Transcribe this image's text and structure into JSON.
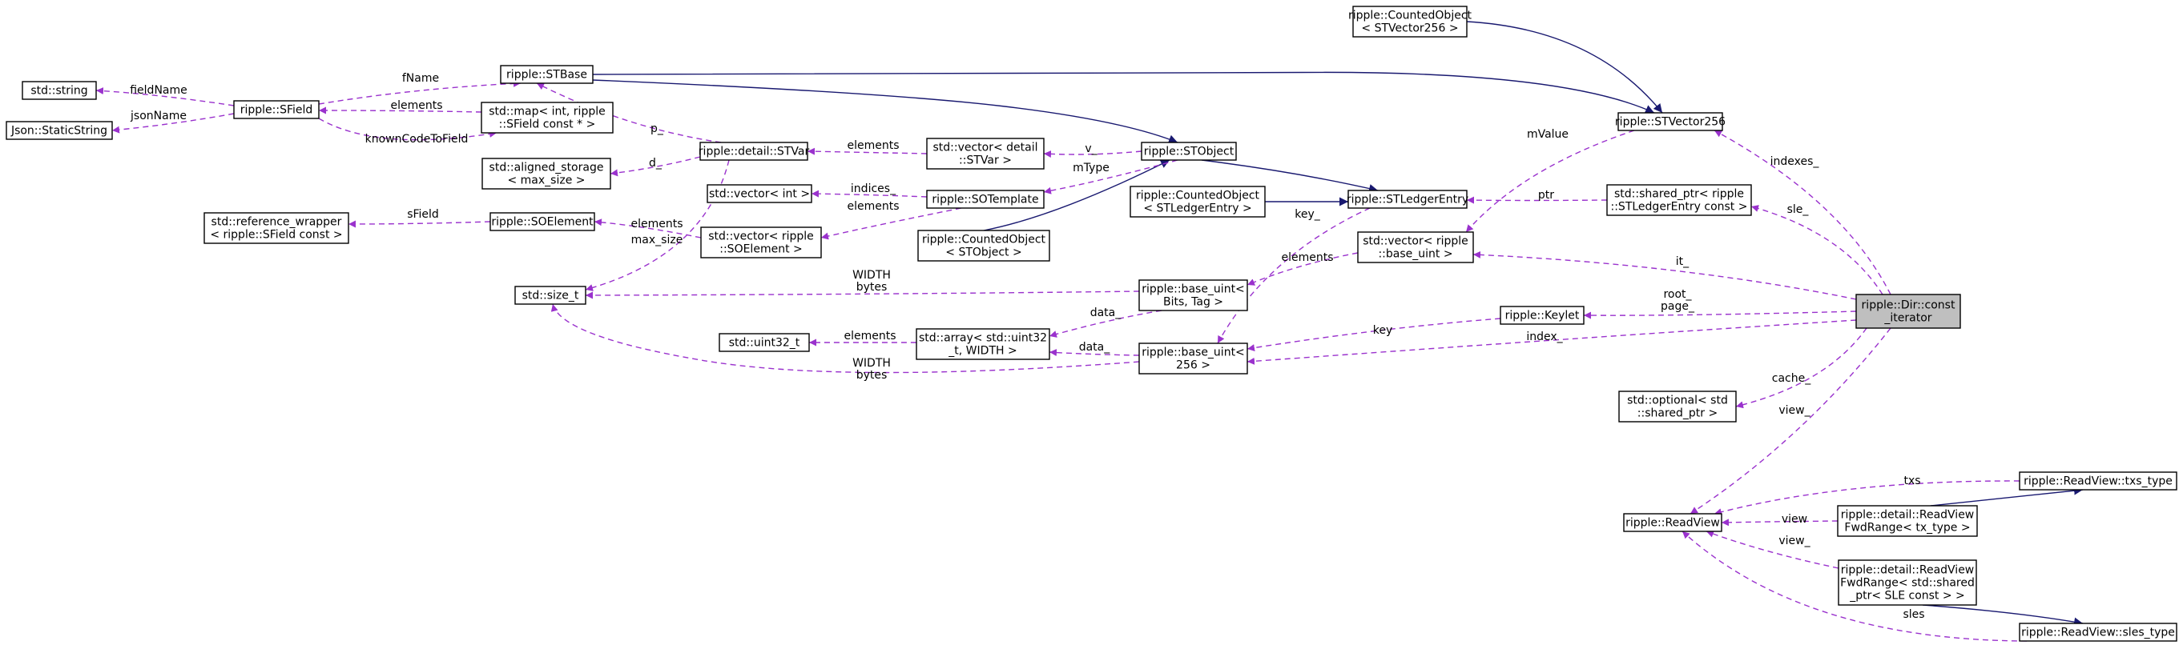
{
  "nodes": [
    {
      "id": "dir_iter",
      "lines": [
        "ripple::Dir::const",
        "_iterator"
      ],
      "focus": true
    },
    {
      "id": "stvector256",
      "lines": [
        "ripple::STVector256"
      ]
    },
    {
      "id": "co_stvector256",
      "lines": [
        "ripple::CountedObject",
        "< STVector256 >"
      ]
    },
    {
      "id": "stbase",
      "lines": [
        "ripple::STBase"
      ]
    },
    {
      "id": "std_string",
      "lines": [
        "std::string"
      ]
    },
    {
      "id": "sfield",
      "lines": [
        "ripple::SField"
      ]
    },
    {
      "id": "json_static",
      "lines": [
        "Json::StaticString"
      ]
    },
    {
      "id": "std_map",
      "lines": [
        "std::map< int, ripple",
        "::SField const * >"
      ]
    },
    {
      "id": "aligned_storage",
      "lines": [
        "std::aligned_storage",
        "< max_size >"
      ]
    },
    {
      "id": "stvar",
      "lines": [
        "ripple::detail::STVar"
      ]
    },
    {
      "id": "vec_stvar",
      "lines": [
        "std::vector< detail",
        "::STVar >"
      ]
    },
    {
      "id": "stobject",
      "lines": [
        "ripple::STObject"
      ]
    },
    {
      "id": "vec_int",
      "lines": [
        "std::vector< int >"
      ]
    },
    {
      "id": "sotemplate",
      "lines": [
        "ripple::SOTemplate"
      ]
    },
    {
      "id": "ref_wrapper",
      "lines": [
        "std::reference_wrapper",
        "< ripple::SField const >"
      ]
    },
    {
      "id": "soelement",
      "lines": [
        "ripple::SOElement"
      ]
    },
    {
      "id": "vec_soelement",
      "lines": [
        "std::vector< ripple",
        "::SOElement >"
      ]
    },
    {
      "id": "co_stobject",
      "lines": [
        "ripple::CountedObject",
        "< STObject >"
      ]
    },
    {
      "id": "co_stledger",
      "lines": [
        "ripple::CountedObject",
        "< STLedgerEntry >"
      ]
    },
    {
      "id": "stledger",
      "lines": [
        "ripple::STLedgerEntry"
      ]
    },
    {
      "id": "shared_ptr_stledger",
      "lines": [
        "std::shared_ptr< ripple",
        "::STLedgerEntry const >"
      ]
    },
    {
      "id": "vec_base_uint",
      "lines": [
        "std::vector< ripple",
        "::base_uint >"
      ]
    },
    {
      "id": "size_t",
      "lines": [
        "std::size_t"
      ]
    },
    {
      "id": "base_uint_bits",
      "lines": [
        "ripple::base_uint<",
        "Bits, Tag >"
      ]
    },
    {
      "id": "keylet",
      "lines": [
        "ripple::Keylet"
      ]
    },
    {
      "id": "uint32",
      "lines": [
        "std::uint32_t"
      ]
    },
    {
      "id": "std_array",
      "lines": [
        "std::array< std::uint32",
        "_t, WIDTH >"
      ]
    },
    {
      "id": "base_uint_256",
      "lines": [
        "ripple::base_uint<",
        "256 >"
      ]
    },
    {
      "id": "opt_shared_ptr",
      "lines": [
        "std::optional< std",
        "::shared_ptr >"
      ]
    },
    {
      "id": "readview",
      "lines": [
        "ripple::ReadView"
      ]
    },
    {
      "id": "txs_type",
      "lines": [
        "ripple::ReadView::txs_type"
      ]
    },
    {
      "id": "fwd_tx",
      "lines": [
        "ripple::detail::ReadView",
        "FwdRange< tx_type >"
      ]
    },
    {
      "id": "fwd_sle",
      "lines": [
        "ripple::detail::ReadView",
        "FwdRange< std::shared",
        "_ptr< SLE const > >"
      ]
    },
    {
      "id": "sles_type",
      "lines": [
        "ripple::ReadView::sles_type"
      ]
    }
  ],
  "edges": [
    {
      "kind": "inherit",
      "from": "co_stvector256",
      "to": "stvector256",
      "label": ""
    },
    {
      "kind": "inherit",
      "from": "stbase",
      "to": "stvector256",
      "label": ""
    },
    {
      "kind": "inherit",
      "from": "stbase",
      "to": "stobject",
      "label": ""
    },
    {
      "kind": "inherit",
      "from": "co_stobject",
      "to": "stobject",
      "label": ""
    },
    {
      "kind": "inherit",
      "from": "stobject",
      "to": "stledger",
      "label": ""
    },
    {
      "kind": "inherit",
      "from": "co_stledger",
      "to": "stledger",
      "label": ""
    },
    {
      "kind": "inherit",
      "from": "fwd_tx",
      "to": "txs_type",
      "label": ""
    },
    {
      "kind": "inherit",
      "from": "fwd_sle",
      "to": "sles_type",
      "label": ""
    },
    {
      "kind": "use",
      "from": "sfield",
      "to": "stbase",
      "label": "fName"
    },
    {
      "kind": "use",
      "from": "sfield",
      "to": "std_string",
      "label": "fieldName"
    },
    {
      "kind": "use",
      "from": "sfield",
      "to": "json_static",
      "label": "jsonName"
    },
    {
      "kind": "use",
      "from": "std_map",
      "to": "sfield",
      "label": "elements"
    },
    {
      "kind": "use",
      "from": "sfield",
      "to": "std_map",
      "label": "knownCodeToField"
    },
    {
      "kind": "use",
      "from": "stvar",
      "to": "stbase",
      "label": "p_"
    },
    {
      "kind": "use",
      "from": "vec_stvar",
      "to": "stvar",
      "label": "elements"
    },
    {
      "kind": "use",
      "from": "stobject",
      "to": "vec_stvar",
      "label": "v_"
    },
    {
      "kind": "use",
      "from": "stvar",
      "to": "aligned_storage",
      "label": "d_"
    },
    {
      "kind": "use",
      "from": "stobject",
      "to": "sotemplate",
      "label": "mType"
    },
    {
      "kind": "use",
      "from": "sotemplate",
      "to": "vec_int",
      "label": "indices_"
    },
    {
      "kind": "use",
      "from": "sotemplate",
      "to": "vec_soelement",
      "label": "elements"
    },
    {
      "kind": "use",
      "from": "vec_soelement",
      "to": "soelement",
      "label": "elements"
    },
    {
      "kind": "use",
      "from": "soelement",
      "to": "ref_wrapper",
      "label": "sField"
    },
    {
      "kind": "use",
      "from": "stvar",
      "to": "size_t",
      "label": "max_size"
    },
    {
      "kind": "use",
      "from": "base_uint_bits",
      "to": "size_t",
      "label": "WIDTH\nbytes"
    },
    {
      "kind": "use",
      "from": "base_uint_256",
      "to": "size_t",
      "label": "WIDTH\nbytes"
    },
    {
      "kind": "use",
      "from": "vec_base_uint",
      "to": "base_uint_bits",
      "label": "elements"
    },
    {
      "kind": "use",
      "from": "stvector256",
      "to": "vec_base_uint",
      "label": "mValue"
    },
    {
      "kind": "use",
      "from": "base_uint_bits",
      "to": "std_array",
      "label": "data_"
    },
    {
      "kind": "use",
      "from": "base_uint_256",
      "to": "std_array",
      "label": "data_"
    },
    {
      "kind": "use",
      "from": "std_array",
      "to": "uint32",
      "label": "elements"
    },
    {
      "kind": "use",
      "from": "stledger",
      "to": "base_uint_256",
      "label": "key_"
    },
    {
      "kind": "use",
      "from": "keylet",
      "to": "base_uint_256",
      "label": "key"
    },
    {
      "kind": "use",
      "from": "shared_ptr_stledger",
      "to": "stledger",
      "label": "ptr"
    },
    {
      "kind": "use",
      "from": "dir_iter",
      "to": "stvector256",
      "label": "indexes_"
    },
    {
      "kind": "use",
      "from": "dir_iter",
      "to": "shared_ptr_stledger",
      "label": "sle_"
    },
    {
      "kind": "use",
      "from": "dir_iter",
      "to": "vec_base_uint",
      "label": "it_"
    },
    {
      "kind": "use",
      "from": "dir_iter",
      "to": "keylet",
      "label": "root_\npage_"
    },
    {
      "kind": "use",
      "from": "dir_iter",
      "to": "base_uint_256",
      "label": "index_"
    },
    {
      "kind": "use",
      "from": "dir_iter",
      "to": "opt_shared_ptr",
      "label": "cache_"
    },
    {
      "kind": "use",
      "from": "dir_iter",
      "to": "readview",
      "label": "view_"
    },
    {
      "kind": "use",
      "from": "txs_type",
      "to": "readview",
      "label": "txs"
    },
    {
      "kind": "use",
      "from": "fwd_tx",
      "to": "readview",
      "label": "view"
    },
    {
      "kind": "use",
      "from": "fwd_sle",
      "to": "readview",
      "label": "view_"
    },
    {
      "kind": "use",
      "from": "sles_type",
      "to": "readview",
      "label": "sles"
    }
  ],
  "colors": {
    "use_edge": "#9a32cd",
    "inherit_edge": "#191970",
    "focus_fill": "#bfbfbf"
  }
}
